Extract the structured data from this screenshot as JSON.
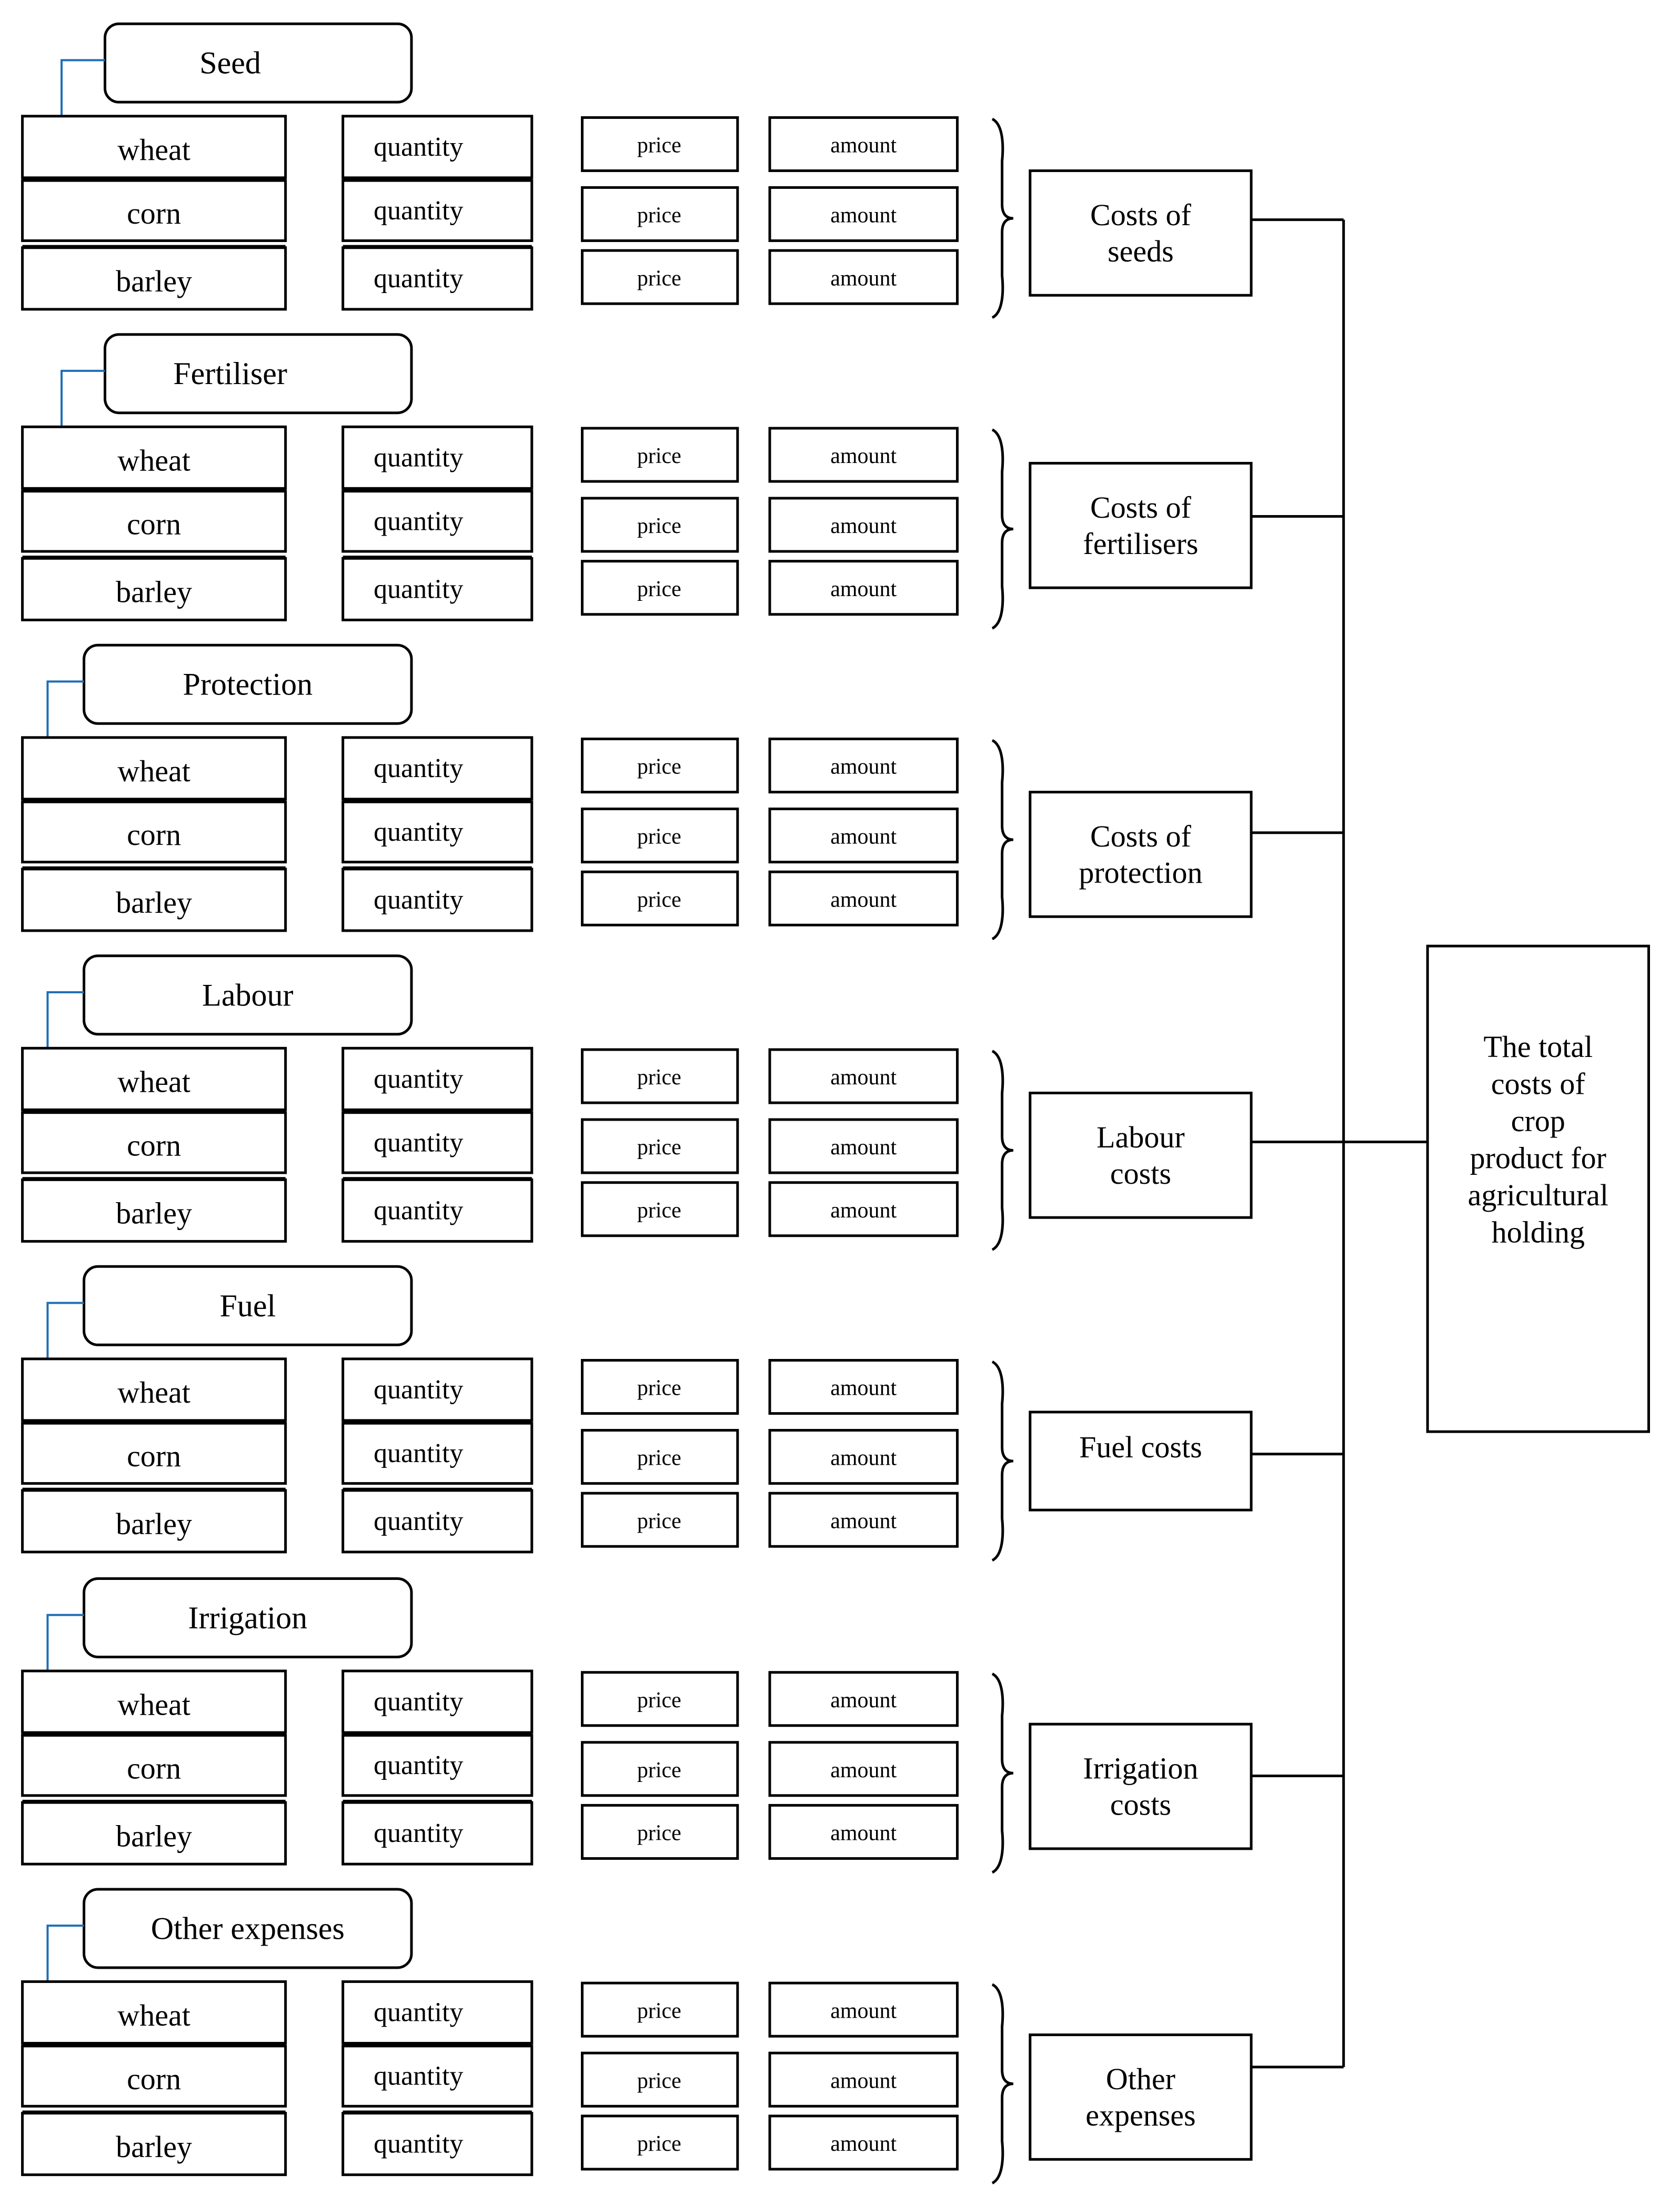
{
  "groups": [
    {
      "title": "Seed",
      "crops": [
        "wheat",
        "corn",
        "barley"
      ],
      "quantity_label": "quantity",
      "price_label": "price",
      "amount_label": "amount",
      "cost_lines": [
        "Costs of",
        "seeds"
      ]
    },
    {
      "title": "Fertiliser",
      "crops": [
        "wheat",
        "corn",
        "barley"
      ],
      "quantity_label": "quantity",
      "price_label": "price",
      "amount_label": "amount",
      "cost_lines": [
        "Costs of",
        "fertilisers"
      ]
    },
    {
      "title": "Protection",
      "crops": [
        "wheat",
        "corn",
        "barley"
      ],
      "quantity_label": "quantity",
      "price_label": "price",
      "amount_label": "amount",
      "cost_lines": [
        "Costs of",
        "protection"
      ]
    },
    {
      "title": "Labour",
      "crops": [
        "wheat",
        "corn",
        "barley"
      ],
      "quantity_label": "quantity",
      "price_label": "price",
      "amount_label": "amount",
      "cost_lines": [
        "Labour",
        "costs"
      ]
    },
    {
      "title": "Fuel",
      "crops": [
        "wheat",
        "corn",
        "barley"
      ],
      "quantity_label": "quantity",
      "price_label": "price",
      "amount_label": "amount",
      "cost_lines": [
        "Fuel  costs"
      ]
    },
    {
      "title": "Irrigation",
      "crops": [
        "wheat",
        "corn",
        "barley"
      ],
      "quantity_label": "quantity",
      "price_label": "price",
      "amount_label": "amount",
      "cost_lines": [
        "Irrigation",
        "costs"
      ]
    },
    {
      "title": "Other expenses",
      "crops": [
        "wheat",
        "corn",
        "barley"
      ],
      "quantity_label": "quantity",
      "price_label": "price",
      "amount_label": "amount",
      "cost_lines": [
        "Other",
        "expenses"
      ]
    }
  ],
  "total": {
    "lines": [
      "The total",
      "costs of",
      "crop",
      "product for",
      "agricultural",
      "holding"
    ]
  },
  "colors": {
    "connector": "#1f6fb5",
    "stroke": "#000000",
    "fill": "#ffffff"
  }
}
